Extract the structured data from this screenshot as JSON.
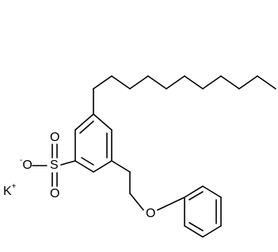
{
  "molecule": {
    "atoms": {
      "sulfur": "S",
      "oxygen_top": "O",
      "oxygen_bottom": "O",
      "oxygen_anion": "O",
      "anion_charge": "-",
      "oxygen_ether": "O",
      "potassium": "K",
      "potassium_charge": "+"
    }
  }
}
